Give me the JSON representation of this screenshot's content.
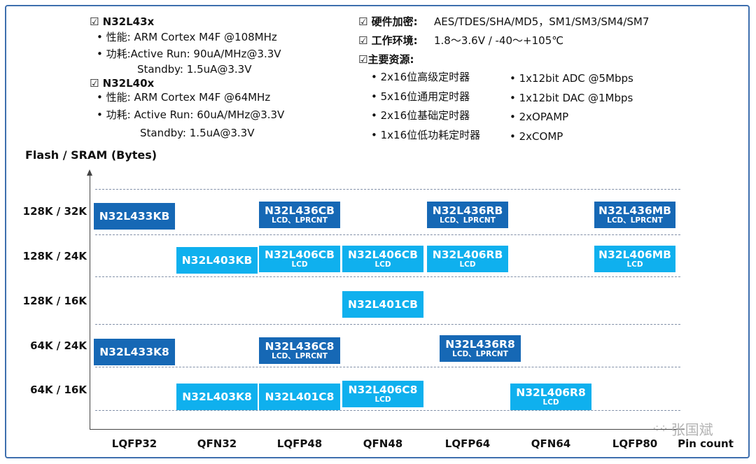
{
  "specs_left": [
    {
      "text": "☑ N32L43x",
      "bold": true
    },
    {
      "text": "• 性能: ARM Cortex M4F @108MHz",
      "bold": false
    },
    {
      "text": "• 功耗:Active Run: 90uA/MHz@3.3V",
      "bold": false
    },
    {
      "text": "Standby: 1.5uA@3.3V",
      "bold": false
    },
    {
      "text": "☑ N32L40x",
      "bold": true
    },
    {
      "text": "• 性能: ARM Cortex M4F @64MHz",
      "bold": false
    },
    {
      "text": "• 功耗: Active Run: 60uA/MHz@3.3V",
      "bold": false
    },
    {
      "text": "Standby: 1.5uA@3.3V",
      "bold": false
    }
  ],
  "specs_right": {
    "crypto": {
      "label": "☑ 硬件加密:",
      "value": "AES/TDES/SHA/MD5，SM1/SM3/SM4/SM7"
    },
    "env": {
      "label": "☑ 工作环境:",
      "value": "1.8～3.6V / -40～+105℃"
    },
    "resources_title": "☑主要资源:",
    "timers": [
      "• 2x16位高级定时器",
      "• 5x16位通用定时器",
      "• 2x16位基础定时器",
      "• 1x16位低功耗定时器"
    ],
    "analog": [
      "• 1x12bit ADC @5Mbps",
      "• 1x12bit DAC @1Mbps",
      "• 2xOPAMP",
      "• 2xCOMP"
    ]
  },
  "y_axis_title": "Flash / SRAM (Bytes)",
  "x_axis_title": "Pin count",
  "rows": [
    "128K / 32K",
    "128K / 24K",
    "128K / 16K",
    "64K / 24K",
    "64K / 16K"
  ],
  "packages": [
    "LQFP32",
    "QFN32",
    "LQFP48",
    "QFN48",
    "LQFP64",
    "QFN64",
    "LQFP80"
  ],
  "colors": {
    "n32l43x": "#1668b5",
    "n32l40x": "#0fb0ee",
    "frame": "#3e6fae"
  },
  "parts": [
    {
      "name": "N32L433KB",
      "sub": "",
      "row": "128K / 32K",
      "package": "LQFP32",
      "family": "N32L43x"
    },
    {
      "name": "N32L436CB",
      "sub": "LCD、LPRCNT",
      "row": "128K / 32K",
      "package": "LQFP48",
      "family": "N32L43x"
    },
    {
      "name": "N32L436RB",
      "sub": "LCD、LPRCNT",
      "row": "128K / 32K",
      "package": "LQFP64",
      "family": "N32L43x"
    },
    {
      "name": "N32L436MB",
      "sub": "LCD、LPRCNT",
      "row": "128K / 32K",
      "package": "LQFP80",
      "family": "N32L43x"
    },
    {
      "name": "N32L403KB",
      "sub": "",
      "row": "128K / 24K",
      "package": "QFN32",
      "family": "N32L40x"
    },
    {
      "name": "N32L406CB",
      "sub": "LCD",
      "row": "128K / 24K",
      "package": "LQFP48",
      "family": "N32L40x"
    },
    {
      "name": "N32L406CB",
      "sub": "LCD",
      "row": "128K / 24K",
      "package": "QFN48",
      "family": "N32L40x"
    },
    {
      "name": "N32L406RB",
      "sub": "LCD",
      "row": "128K / 24K",
      "package": "LQFP64",
      "family": "N32L40x"
    },
    {
      "name": "N32L406MB",
      "sub": "LCD",
      "row": "128K / 24K",
      "package": "LQFP80",
      "family": "N32L40x"
    },
    {
      "name": "N32L401CB",
      "sub": "",
      "row": "128K / 16K",
      "package": "QFN48",
      "family": "N32L40x"
    },
    {
      "name": "N32L433K8",
      "sub": "",
      "row": "64K / 24K",
      "package": "LQFP32",
      "family": "N32L43x"
    },
    {
      "name": "N32L436C8",
      "sub": "LCD、LPRCNT",
      "row": "64K / 24K",
      "package": "LQFP48",
      "family": "N32L43x"
    },
    {
      "name": "N32L436R8",
      "sub": "LCD、LPRCNT",
      "row": "64K / 24K",
      "package": "LQFP64",
      "family": "N32L43x"
    },
    {
      "name": "N32L403K8",
      "sub": "",
      "row": "64K / 16K",
      "package": "QFN32",
      "family": "N32L40x"
    },
    {
      "name": "N32L401C8",
      "sub": "",
      "row": "64K / 16K",
      "package": "LQFP48",
      "family": "N32L40x"
    },
    {
      "name": "N32L406C8",
      "sub": "LCD",
      "row": "64K / 16K",
      "package": "QFN48",
      "family": "N32L40x"
    },
    {
      "name": "N32L406R8",
      "sub": "LCD",
      "row": "64K / 16K",
      "package": "QFN64",
      "family": "N32L40x"
    }
  ],
  "watermark": "张国斌"
}
